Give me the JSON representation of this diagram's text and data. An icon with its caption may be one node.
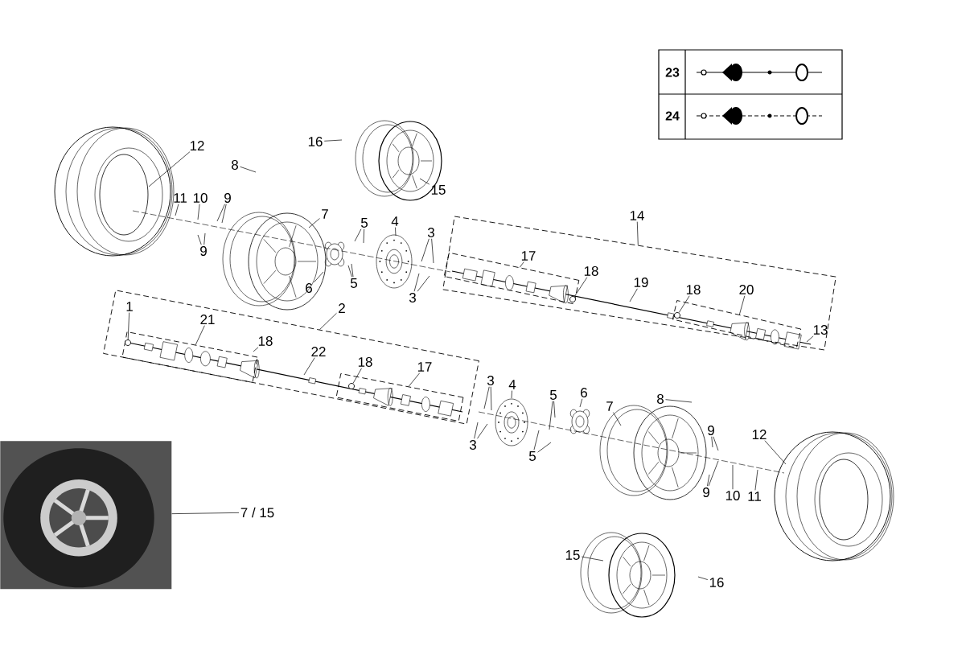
{
  "diagram": {
    "nodes": [
      {
        "text": [],
        "shape": "box"
      },
      {
        "text": [],
        "shape": "box",
        "in": 0
      },
      {
        "text": [],
        "shape": "box",
        "in": 0
      },
      {
        "text": [],
        "shape": "box"
      },
      {
        "text": [],
        "shape": "box",
        "in": 3
      },
      {
        "text": [],
        "shape": "box",
        "in": 3
      },
      {
        "text": [],
        "shape": "picture"
      },
      {
        "text": [
          "16"
        ]
      },
      {
        "text": [
          "12"
        ]
      },
      {
        "text": [
          "8"
        ]
      },
      {
        "text": [
          "15"
        ]
      },
      {
        "text": [
          "11"
        ]
      },
      {
        "text": [
          "10"
        ]
      },
      {
        "text": [
          "9"
        ]
      },
      {
        "text": [
          "7"
        ]
      },
      {
        "text": [
          "14"
        ]
      },
      {
        "text": [
          "5"
        ]
      },
      {
        "text": [
          "4"
        ]
      },
      {
        "text": [
          "3"
        ]
      },
      {
        "text": [
          "9"
        ]
      },
      {
        "text": [
          "17"
        ],
        "in": 0
      },
      {
        "text": [
          "18"
        ],
        "in": 0
      },
      {
        "text": [
          "19"
        ],
        "in": 0
      },
      {
        "text": [
          "6"
        ]
      },
      {
        "text": [
          "5"
        ]
      },
      {
        "text": [
          "18"
        ],
        "in": 0
      },
      {
        "text": [
          "20"
        ],
        "in": 0
      },
      {
        "text": [
          "3"
        ]
      },
      {
        "text": [
          "2"
        ]
      },
      {
        "text": [
          "1"
        ],
        "in": 3
      },
      {
        "text": [
          "21"
        ],
        "in": 3
      },
      {
        "text": [
          "13"
        ],
        "in": 0
      },
      {
        "text": [
          "18"
        ],
        "in": 3
      },
      {
        "text": [
          "22"
        ],
        "in": 3
      },
      {
        "text": [
          "18"
        ],
        "in": 3
      },
      {
        "text": [
          "17"
        ],
        "in": 3
      },
      {
        "text": [
          "3"
        ]
      },
      {
        "text": [
          "4"
        ]
      },
      {
        "text": [
          "6"
        ]
      },
      {
        "text": [
          "5"
        ]
      },
      {
        "text": [
          "8"
        ]
      },
      {
        "text": [
          "7"
        ]
      },
      {
        "text": [
          "9"
        ]
      },
      {
        "text": [
          "12"
        ]
      },
      {
        "text": [
          "3"
        ]
      },
      {
        "text": [
          "5"
        ]
      },
      {
        "text": [
          "9"
        ]
      },
      {
        "text": [
          "10"
        ]
      },
      {
        "text": [
          "11"
        ]
      },
      {
        "text": [
          "7 / 15"
        ]
      },
      {
        "text": [
          "15"
        ]
      },
      {
        "text": [
          "16"
        ]
      },
      {
        "text": [],
        "shape": "circle",
        "in": 1
      },
      {
        "text": [],
        "shape": "circle",
        "in": 2
      },
      {
        "text": [],
        "shape": "circle",
        "in": 4
      },
      {
        "text": [],
        "shape": "circle",
        "in": 5
      }
    ],
    "edges": [
      {
        "from": 7,
        "to": null,
        "arrow": "none"
      },
      {
        "from": 8,
        "to": null,
        "arrow": "none"
      },
      {
        "from": 9,
        "to": null,
        "arrow": "none"
      },
      {
        "from": 10,
        "to": null,
        "arrow": "none"
      },
      {
        "from": 11,
        "to": null,
        "arrow": "none"
      },
      {
        "from": 12,
        "to": null,
        "arrow": "none"
      },
      {
        "from": 13,
        "to": null,
        "arrow": "none"
      },
      {
        "from": 13,
        "to": null,
        "arrow": "none"
      },
      {
        "from": 14,
        "to": null,
        "arrow": "none"
      },
      {
        "from": 15,
        "to": 0,
        "arrow": "none"
      },
      {
        "from": 16,
        "to": null,
        "arrow": "none"
      },
      {
        "from": 16,
        "to": null,
        "arrow": "none"
      },
      {
        "from": 17,
        "to": null,
        "arrow": "none"
      },
      {
        "from": 18,
        "to": null,
        "arrow": "none"
      },
      {
        "from": 18,
        "to": null,
        "arrow": "none"
      },
      {
        "from": 19,
        "to": null,
        "arrow": "none"
      },
      {
        "from": 19,
        "to": null,
        "arrow": "none"
      },
      {
        "from": 20,
        "to": 1,
        "arrow": "none"
      },
      {
        "from": 21,
        "to": 52,
        "arrow": "none"
      },
      {
        "from": 22,
        "to": null,
        "arrow": "none"
      },
      {
        "from": 23,
        "to": null,
        "arrow": "none"
      },
      {
        "from": 24,
        "to": null,
        "arrow": "none"
      },
      {
        "from": 24,
        "to": null,
        "arrow": "none"
      },
      {
        "from": 25,
        "to": 53,
        "arrow": "none"
      },
      {
        "from": 26,
        "to": 2,
        "arrow": "none"
      },
      {
        "from": 27,
        "to": null,
        "arrow": "none"
      },
      {
        "from": 27,
        "to": null,
        "arrow": "none"
      },
      {
        "from": 28,
        "to": 3,
        "arrow": "none"
      },
      {
        "from": 29,
        "to": 54,
        "arrow": "none"
      },
      {
        "from": 30,
        "to": 4,
        "arrow": "none"
      },
      {
        "from": 31,
        "to": null,
        "arrow": "none"
      },
      {
        "from": 32,
        "to": null,
        "arrow": "none"
      },
      {
        "from": 33,
        "to": null,
        "arrow": "none"
      },
      {
        "from": 34,
        "to": 55,
        "arrow": "none"
      },
      {
        "from": 35,
        "to": 5,
        "arrow": "none"
      },
      {
        "from": 36,
        "to": null,
        "arrow": "none"
      },
      {
        "from": 36,
        "to": null,
        "arrow": "none"
      },
      {
        "from": 37,
        "to": null,
        "arrow": "none"
      },
      {
        "from": 38,
        "to": null,
        "arrow": "none"
      },
      {
        "from": 39,
        "to": null,
        "arrow": "none"
      },
      {
        "from": 39,
        "to": null,
        "arrow": "none"
      },
      {
        "from": 40,
        "to": null,
        "arrow": "none"
      },
      {
        "from": 41,
        "to": null,
        "arrow": "none"
      },
      {
        "from": 42,
        "to": null,
        "arrow": "none"
      },
      {
        "from": 42,
        "to": null,
        "arrow": "none"
      },
      {
        "from": 43,
        "to": null,
        "arrow": "none"
      },
      {
        "from": 44,
        "to": null,
        "arrow": "none"
      },
      {
        "from": 44,
        "to": null,
        "arrow": "none"
      },
      {
        "from": 45,
        "to": null,
        "arrow": "none"
      },
      {
        "from": 45,
        "to": null,
        "arrow": "none"
      },
      {
        "from": 46,
        "to": null,
        "arrow": "none"
      },
      {
        "from": 46,
        "to": null,
        "arrow": "none"
      },
      {
        "from": 47,
        "to": null,
        "arrow": "none"
      },
      {
        "from": 48,
        "to": null,
        "arrow": "none"
      },
      {
        "from": 49,
        "to": 6,
        "arrow": "none"
      },
      {
        "from": 50,
        "to": null,
        "arrow": "none"
      },
      {
        "from": 51,
        "to": null,
        "arrow": "none"
      }
    ],
    "labels": [
      "23",
      "24"
    ]
  }
}
